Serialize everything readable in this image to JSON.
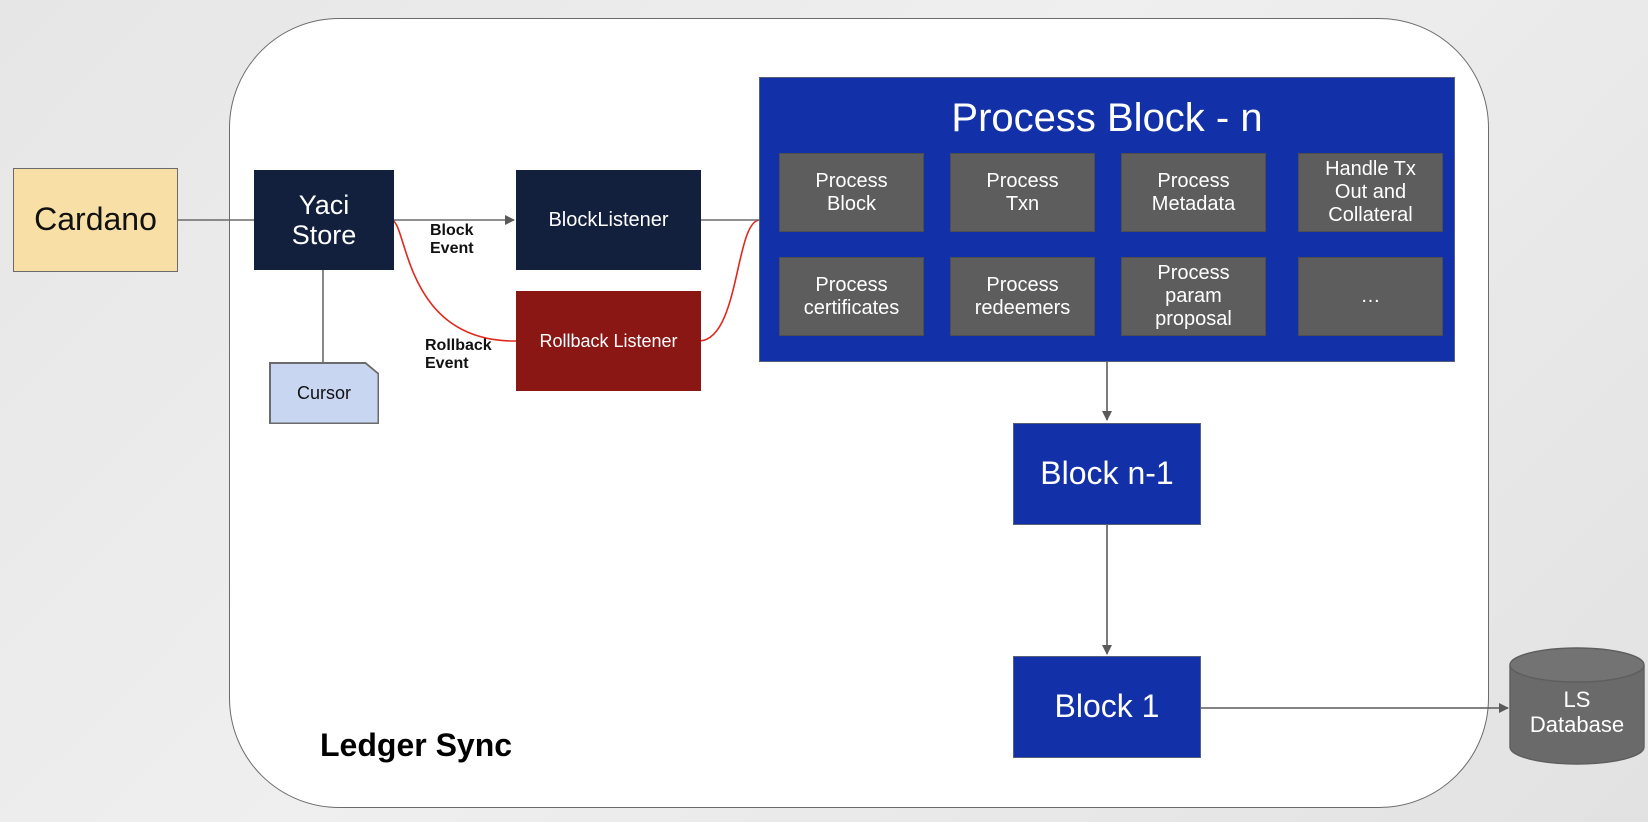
{
  "container": {
    "label": "Ledger Sync"
  },
  "nodes": {
    "cardano": "Cardano",
    "yaci_store": "Yaci\nStore",
    "cursor": "Cursor",
    "block_listener": "BlockListener",
    "rollback_listener": "Rollback Listener",
    "process_block_title": "Process Block - n",
    "block_n_minus_1": "Block n-1",
    "block_1": "Block 1",
    "database": "LS\nDatabase"
  },
  "process_steps": [
    "Process\nBlock",
    "Process\nTxn",
    "Process\nMetadata",
    "Handle Tx\nOut and\nCollateral",
    "Process\ncertificates",
    "Process\nredeemers",
    "Process\nparam\nproposal",
    "…"
  ],
  "edges": {
    "block_event": "Block\nEvent",
    "rollback_event": "Rollback\nEvent"
  },
  "colors": {
    "cardano_fill": "#f8dfa6",
    "navy": "#121f3d",
    "rollback_red": "#8a1714",
    "process_blue": "#1230a8",
    "step_gray": "#5d5d5d",
    "cursor_fill": "#c8d6f2",
    "rollback_line": "#e0281c",
    "database_gray": "#6a6a6a"
  }
}
